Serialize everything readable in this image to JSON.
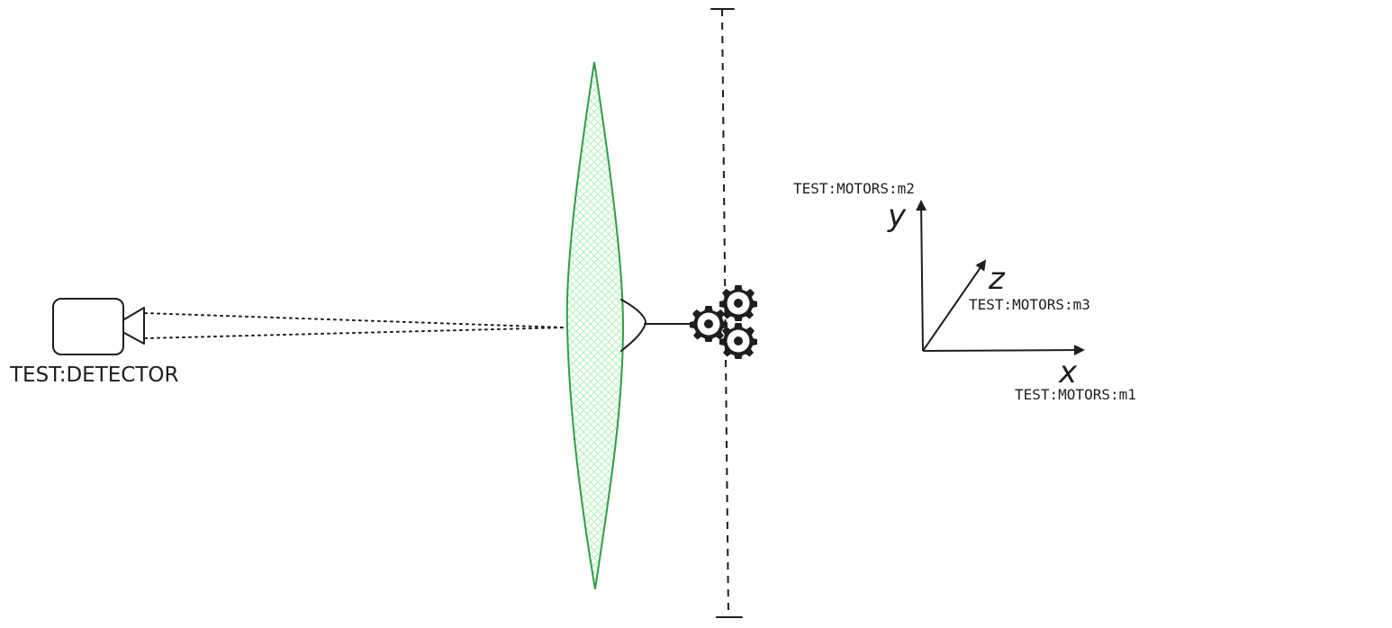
{
  "colors": {
    "ink": "#1e1e1e",
    "lens_stroke": "#2f9e44",
    "lens_hatch": "#b2f2bb",
    "background": "#ffffff"
  },
  "detector": {
    "label": "TEST:DETECTOR",
    "icon": "camera-icon"
  },
  "lens": {
    "icon": "lens-icon"
  },
  "stage": {
    "icon": "gears-icon"
  },
  "axes": {
    "x": {
      "letter": "x",
      "motor": "TEST:MOTORS:m1"
    },
    "y": {
      "letter": "y",
      "motor": "TEST:MOTORS:m2"
    },
    "z": {
      "letter": "z",
      "motor": "TEST:MOTORS:m3"
    }
  }
}
